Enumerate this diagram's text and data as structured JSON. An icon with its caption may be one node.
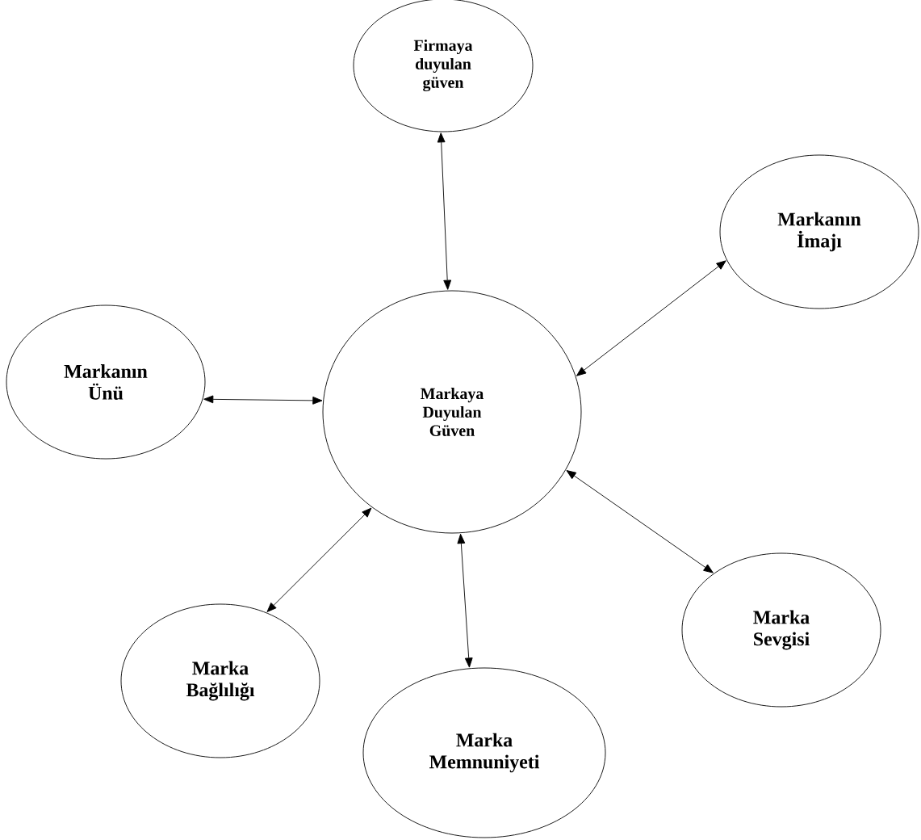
{
  "diagram": {
    "nodes": [
      {
        "text": [
          "Firmaya duyulan güven"
        ]
      },
      {
        "text": [
          "Markanın İmajı"
        ]
      },
      {
        "text": [
          "Markanın Ünü"
        ]
      },
      {
        "text": [
          "Markaya Duyulan Güven"
        ]
      },
      {
        "text": [
          "Marka Sevgisi"
        ]
      },
      {
        "text": [
          "Marka Bağlılığı"
        ]
      },
      {
        "text": [
          "Marka Memnuniyeti"
        ]
      }
    ],
    "edges": [
      {
        "from": 3,
        "to": 0,
        "arrow": "both"
      },
      {
        "from": 3,
        "to": 1,
        "arrow": "both"
      },
      {
        "from": 2,
        "to": 3,
        "arrow": "both"
      },
      {
        "from": 3,
        "to": 4,
        "arrow": "both"
      },
      {
        "from": 3,
        "to": 5,
        "arrow": "both"
      },
      {
        "from": 3,
        "to": 6,
        "arrow": "both"
      }
    ]
  }
}
